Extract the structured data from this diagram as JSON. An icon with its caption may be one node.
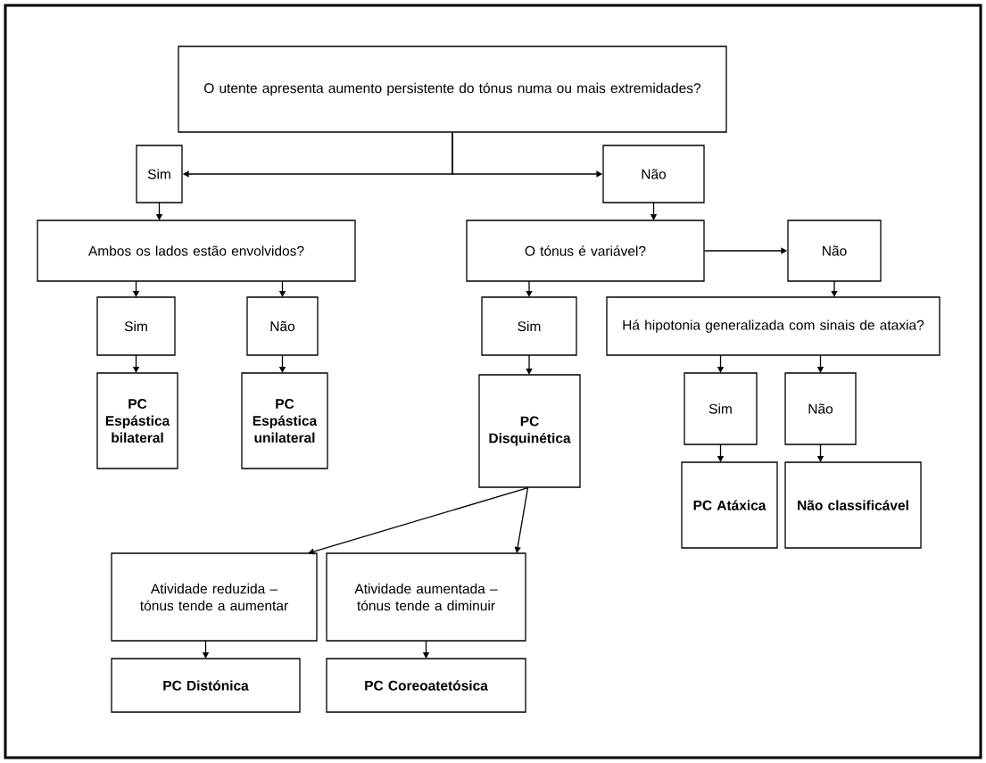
{
  "diagram": {
    "nodes": [
      {
        "text": [
          "O utente apresenta aumento persistente do tónus numa ou mais extremidades?"
        ]
      },
      {
        "text": [
          "Sim"
        ]
      },
      {
        "text": [
          "Não"
        ]
      },
      {
        "text": [
          "Ambos os lados estão envolvidos?"
        ]
      },
      {
        "text": [
          "Sim"
        ]
      },
      {
        "text": [
          "Não"
        ]
      },
      {
        "text": [
          "PC Espástica bilateral"
        ]
      },
      {
        "text": [
          "PC Espástica unilateral"
        ]
      },
      {
        "text": [
          "O tónus é variável?"
        ]
      },
      {
        "text": [
          "Não"
        ]
      },
      {
        "text": [
          "Sim"
        ]
      },
      {
        "text": [
          "Há hipotonia generalizada com sinais de ataxia?"
        ]
      },
      {
        "text": [
          "PC Disquinética"
        ]
      },
      {
        "text": [
          "Sim"
        ]
      },
      {
        "text": [
          "Não"
        ]
      },
      {
        "text": [
          "PC Atáxica"
        ]
      },
      {
        "text": [
          "Não classificável"
        ]
      },
      {
        "text": [
          "Atividade reduzida – tónus tende a aumentar"
        ]
      },
      {
        "text": [
          "Atividade aumentada – tónus tende a diminuir"
        ]
      },
      {
        "text": [
          "PC Distónica"
        ]
      },
      {
        "text": [
          "PC Coreoatetósica"
        ]
      }
    ],
    "edges": [
      {
        "from": 0,
        "to": 1,
        "arrow": "to"
      },
      {
        "from": 0,
        "to": 2,
        "arrow": "to"
      },
      {
        "from": 1,
        "to": 3,
        "arrow": "to"
      },
      {
        "from": 2,
        "to": 8,
        "arrow": "to"
      },
      {
        "from": 3,
        "to": 4,
        "arrow": "to"
      },
      {
        "from": 3,
        "to": 5,
        "arrow": "to"
      },
      {
        "from": 4,
        "to": 6,
        "arrow": "to"
      },
      {
        "from": 5,
        "to": 7,
        "arrow": "to"
      },
      {
        "from": 8,
        "to": 9,
        "arrow": "to"
      },
      {
        "from": 8,
        "to": 10,
        "arrow": "to"
      },
      {
        "from": 9,
        "to": 11,
        "arrow": "to"
      },
      {
        "from": 10,
        "to": 12,
        "arrow": "to"
      },
      {
        "from": 11,
        "to": 13,
        "arrow": "to"
      },
      {
        "from": 11,
        "to": 14,
        "arrow": "to"
      },
      {
        "from": 13,
        "to": 15,
        "arrow": "to"
      },
      {
        "from": 14,
        "to": 16,
        "arrow": "to"
      },
      {
        "from": 12,
        "to": 17,
        "arrow": "to"
      },
      {
        "from": 12,
        "to": 18,
        "arrow": "to"
      },
      {
        "from": 17,
        "to": 19,
        "arrow": "to"
      },
      {
        "from": 18,
        "to": 20,
        "arrow": "to"
      }
    ]
  }
}
